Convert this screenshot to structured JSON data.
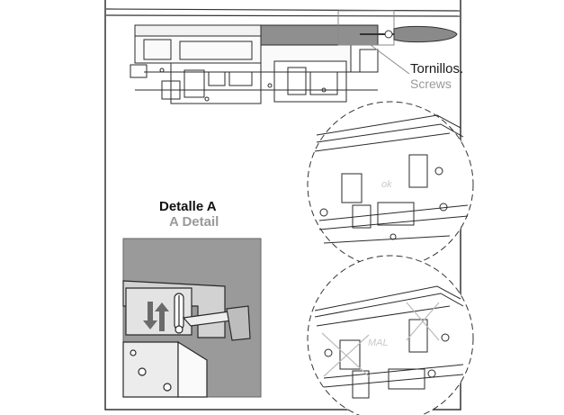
{
  "callouts": {
    "screws_es": "Tornillos.",
    "screws_en": "Screws"
  },
  "detail": {
    "title_es": "Detalle A",
    "title_en": "A Detail"
  },
  "marks": {
    "ok": "ok",
    "mal": "MAL"
  },
  "colors": {
    "line": "#2a2a2a",
    "grey_text": "#9a9a9a",
    "handle": "#8a8a8a",
    "panel": "#8f8f8f"
  }
}
